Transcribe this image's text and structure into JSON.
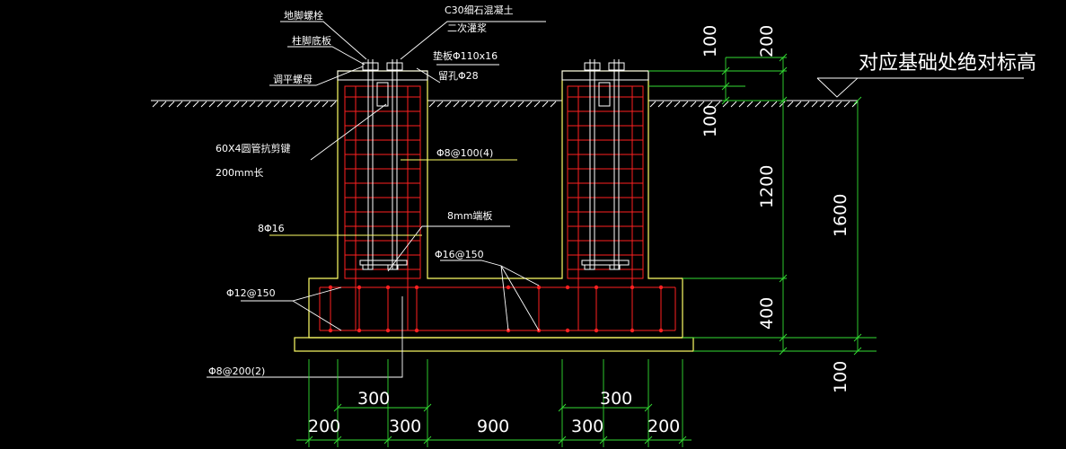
{
  "colors": {
    "background": "#000000",
    "concrete": "#ffff66",
    "rebar": "#ff2020",
    "bolt": "#ffffff",
    "dimension": "#33dd33",
    "leader": "#ffffff",
    "text": "#ffffff"
  },
  "labels": {
    "anchor_bolt": "地脚螺栓",
    "column_base_plate": "柱脚底板",
    "leveling_nut": "调平螺母",
    "grout": "C30细石混凝土",
    "secondary_grout": "二次灌浆",
    "pad_plate": "垫板Φ110x16",
    "reserved_hole": "留孔Φ28",
    "shear_key_pipe": "60X4圆管抗剪键",
    "shear_key_length": "200mm长",
    "stirrup_pier": "Φ8@100(4)",
    "end_plate": "8mm端板",
    "pier_bars": "8Φ16",
    "slab_top_bars": "Φ16@150",
    "slab_bars": "Φ12@150",
    "slab_stirrups": "Φ8@200(2)",
    "reference_elevation": "对应基础处绝对标高"
  },
  "dimensions": {
    "vertical_200": "200",
    "vertical_100_top": "100",
    "vertical_100_mid": "100",
    "vertical_1200": "1200",
    "vertical_1600": "1600",
    "vertical_400": "400",
    "vertical_100_bottom": "100",
    "horizontal_top": [
      "300",
      "300"
    ],
    "horizontal_bottom": [
      "200",
      "300",
      "900",
      "300",
      "200"
    ]
  }
}
